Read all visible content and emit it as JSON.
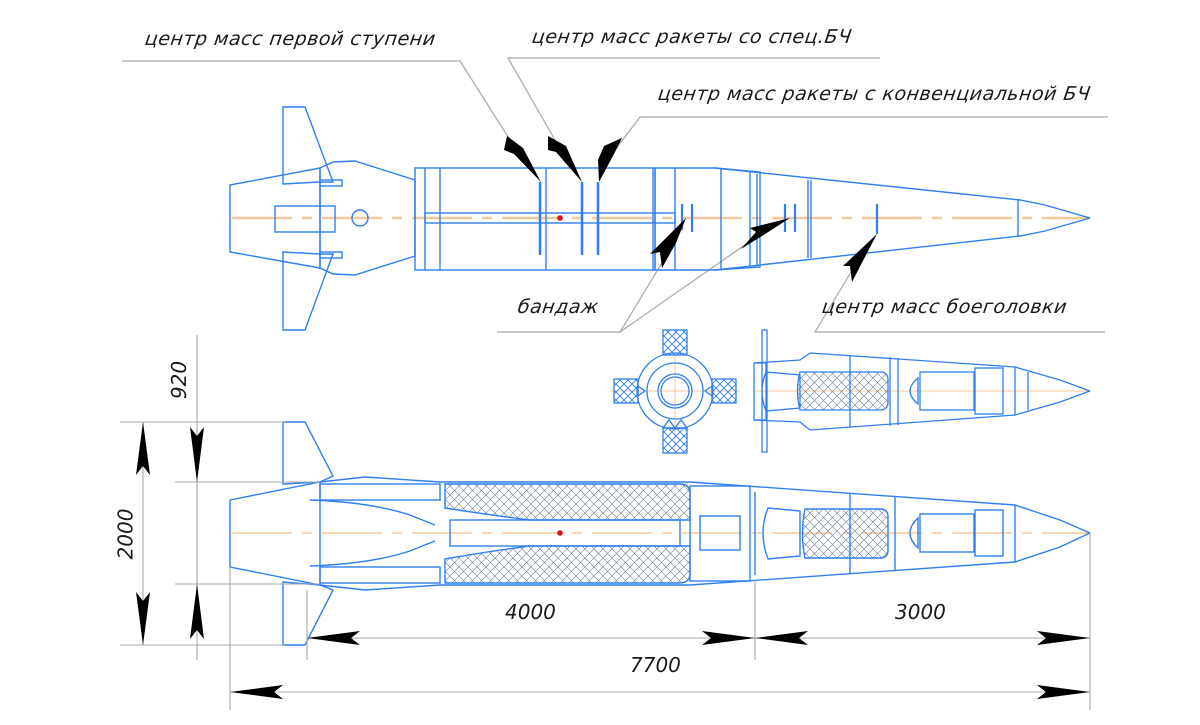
{
  "title": "Missile general arrangement drawing",
  "colors": {
    "outline": "#2f7ff0",
    "axis": "#f5c89a",
    "leader": "#a8a8a8",
    "arrow": "#000000",
    "cg_dot": "#e0101a",
    "hatch": "#2f7ff0"
  },
  "callouts": {
    "cg_first_stage": "центр масс первой ступени",
    "cg_special_warhead": "центр масс ракеты со спец.БЧ",
    "cg_conventional_warhead": "центр масс ракеты с конвенциальной БЧ",
    "band": "бандаж",
    "cg_warhead": "центр масс боеголовки"
  },
  "dimensions": {
    "fin_span_extra": "920",
    "body_span": "2000",
    "first_stage_length": "4000",
    "warhead_section_length": "3000",
    "overall_length": "7700"
  }
}
